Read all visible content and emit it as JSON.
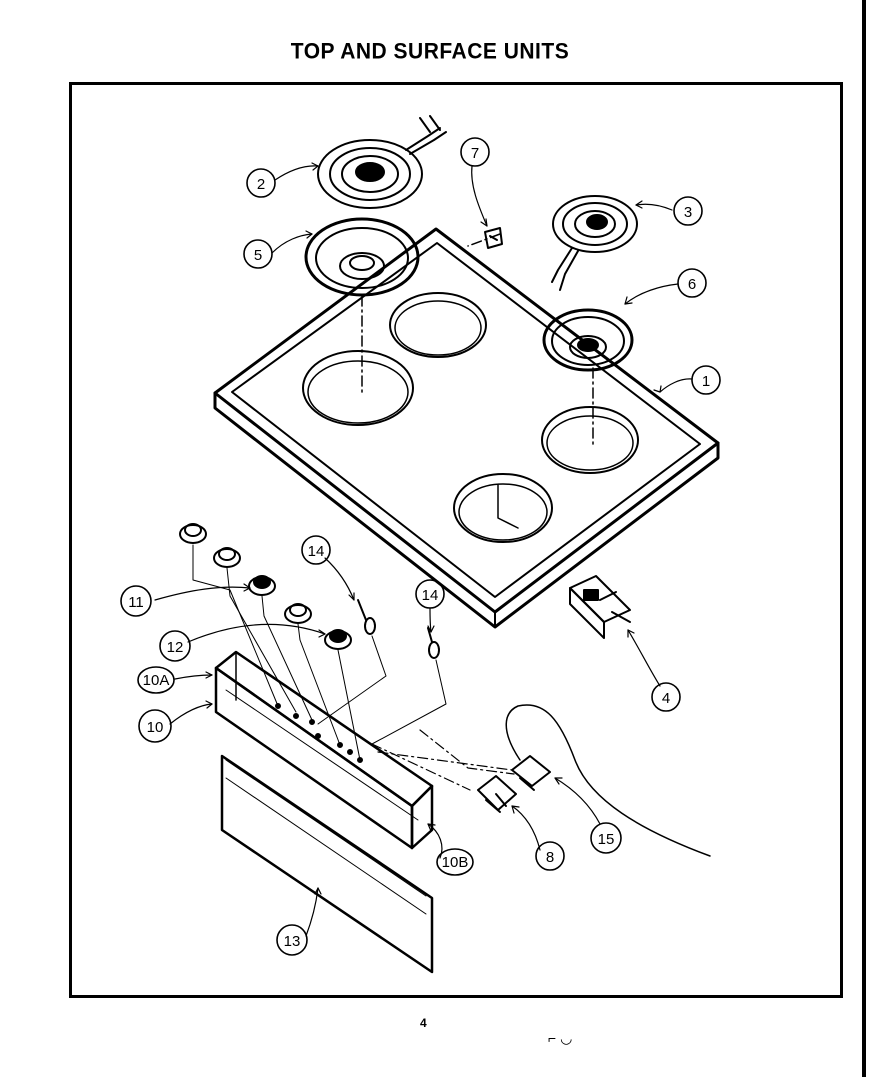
{
  "title": "TOP AND SURFACE UNITS",
  "page_number": "4",
  "stray_mark": "⌐ ◡",
  "callouts": [
    {
      "id": "c1",
      "label": "1"
    },
    {
      "id": "c2",
      "label": "2"
    },
    {
      "id": "c3",
      "label": "3"
    },
    {
      "id": "c4",
      "label": "4"
    },
    {
      "id": "c5",
      "label": "5"
    },
    {
      "id": "c6",
      "label": "6"
    },
    {
      "id": "c7",
      "label": "7"
    },
    {
      "id": "c8",
      "label": "8"
    },
    {
      "id": "c10",
      "label": "10"
    },
    {
      "id": "c10a",
      "label": "10A"
    },
    {
      "id": "c10b",
      "label": "10B"
    },
    {
      "id": "c11",
      "label": "11"
    },
    {
      "id": "c12",
      "label": "12"
    },
    {
      "id": "c13",
      "label": "13"
    },
    {
      "id": "c14a",
      "label": "14"
    },
    {
      "id": "c14b",
      "label": "14"
    },
    {
      "id": "c15",
      "label": "15"
    }
  ]
}
